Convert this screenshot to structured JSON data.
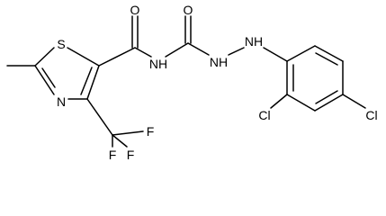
{
  "molecule": {
    "atoms": {
      "carbonyl_oxygen_1": "O",
      "carbonyl_oxygen_2": "O",
      "thiazole_sulfur": "S",
      "thiazole_nitrogen": "N",
      "amide_nitrogen": "NH",
      "hydrazine_nitrogen_1": "NH",
      "hydrazine_nitrogen_2": "NH",
      "fluorine_1": "F",
      "fluorine_2": "F",
      "fluorine_3": "F",
      "chlorine_ortho": "Cl",
      "chlorine_para": "Cl"
    }
  }
}
